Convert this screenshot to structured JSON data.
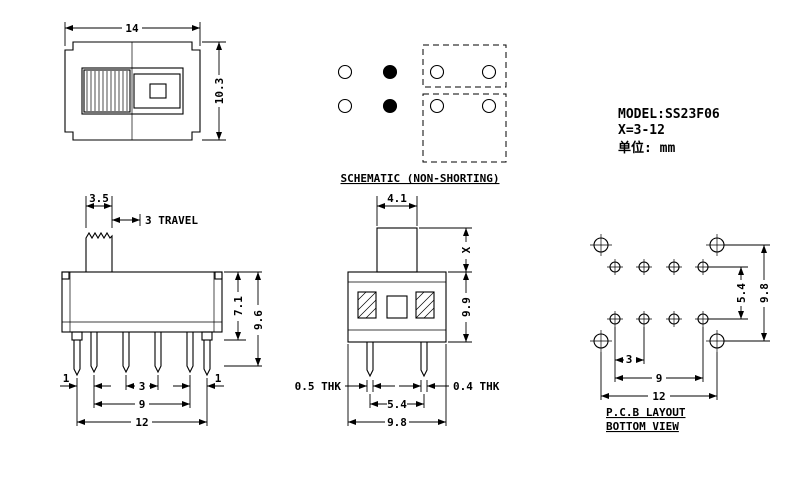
{
  "drawing": {
    "bg_color": "#ffffff",
    "line_color": "#000000"
  },
  "title_block": {
    "model": "MODEL:SS23F06",
    "x_range": "X=3-12",
    "unit": "单位: mm"
  },
  "captions": {
    "schematic": "SCHEMATIC (NON-SHORTING)",
    "pcb_layout": "P.C.B LAYOUT",
    "bottom_view": "BOTTOM VIEW"
  },
  "top_view": {
    "dim_width": "14",
    "dim_height": "10.3"
  },
  "front_view": {
    "dim_knob_width": "3.5",
    "dim_travel": "3 TRAVEL",
    "dim_body_height": "7.1",
    "dim_total_height": "9.6",
    "dim_end_gap_left": "1",
    "dim_pin_pitch": "3",
    "dim_end_gap_right": "1",
    "dim_pin_span": "9",
    "dim_overall_width": "12"
  },
  "side_view": {
    "dim_knob_width": "4.1",
    "dim_knob_height": "X",
    "dim_body_height": "9.9",
    "dim_thk_left": "0.5 THK",
    "dim_thk_right": "0.4 THK",
    "dim_pin_gap": "5.4",
    "dim_overall": "9.8"
  },
  "pcb_view": {
    "dim_row_gap": "5.4",
    "dim_mount_gap": "9.8",
    "dim_pin_pitch": "3",
    "dim_pin_span": "9",
    "dim_mount_span": "12"
  }
}
